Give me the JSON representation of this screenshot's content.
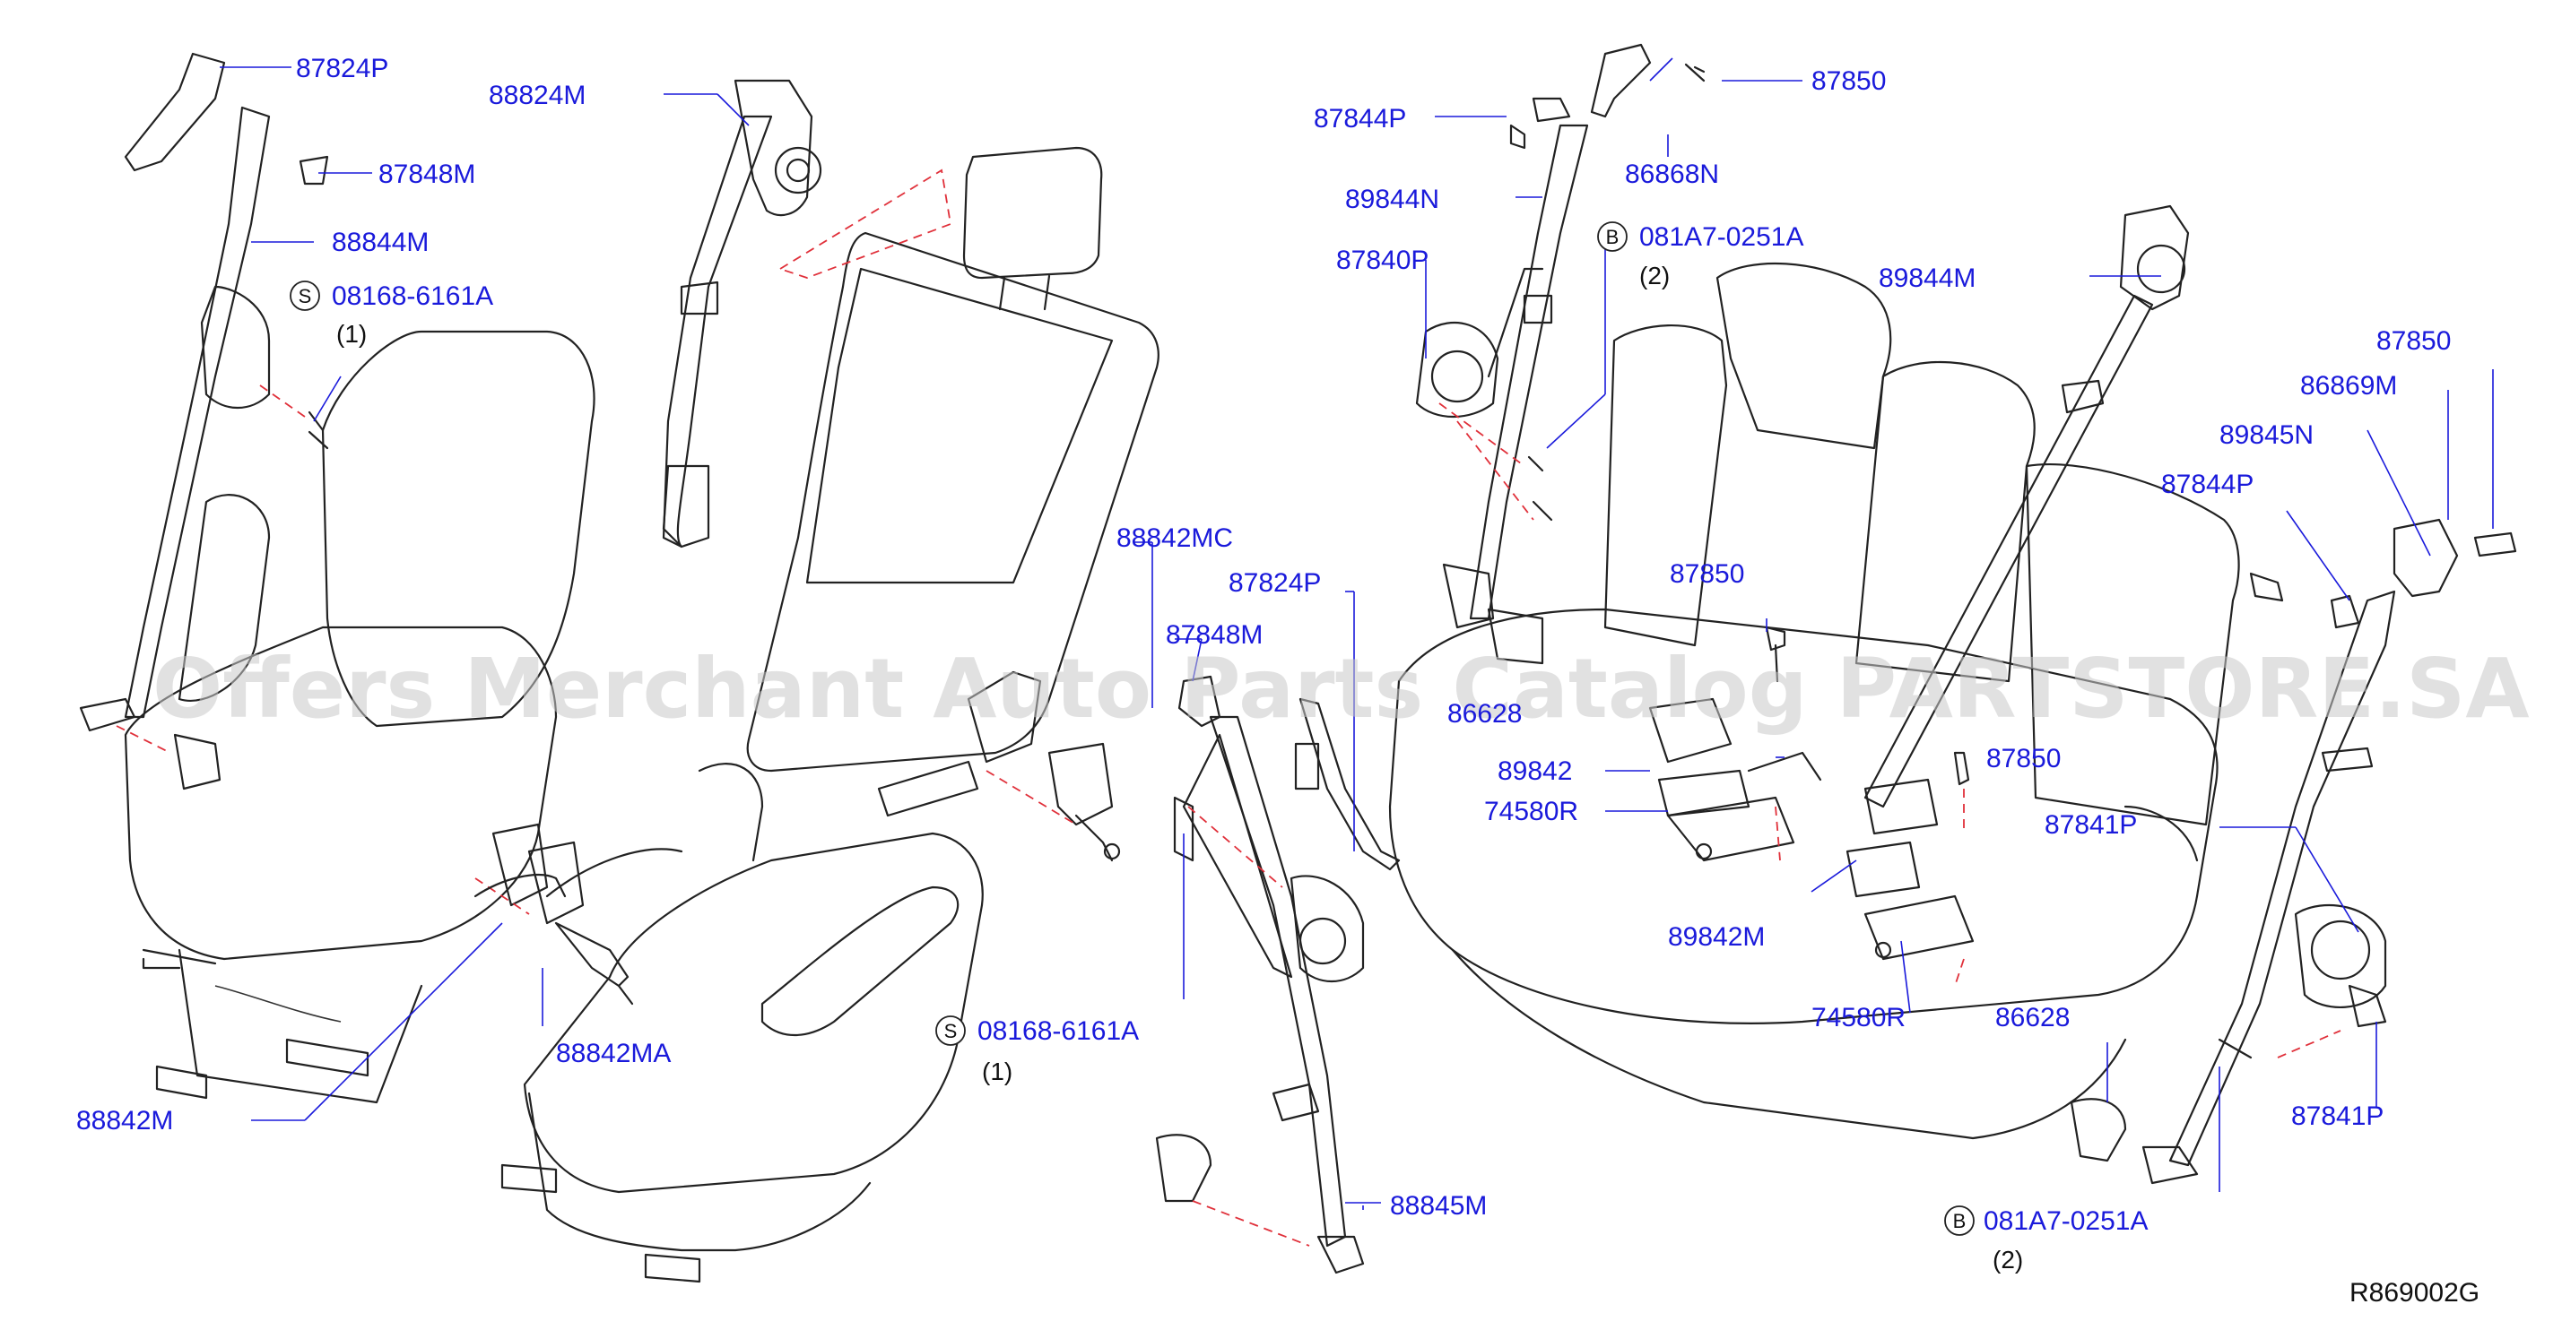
{
  "diagram": {
    "watermark": "Offers Merchant Auto Parts Catalog PARTSTORE.SA",
    "figure_code": "R869002G",
    "labels": [
      {
        "id": "l1",
        "text": "87824P"
      },
      {
        "id": "l2",
        "text": "88824M"
      },
      {
        "id": "l3",
        "text": "87848M"
      },
      {
        "id": "l4",
        "text": "88844M"
      },
      {
        "id": "l5",
        "text": "08168-6161A"
      },
      {
        "id": "l6",
        "text": "88842MC"
      },
      {
        "id": "l7",
        "text": "87824P"
      },
      {
        "id": "l8",
        "text": "87848M"
      },
      {
        "id": "l9",
        "text": "88842MA"
      },
      {
        "id": "l10",
        "text": "88842M"
      },
      {
        "id": "l11",
        "text": "08168-6161A"
      },
      {
        "id": "l12",
        "text": "88845M"
      },
      {
        "id": "l13",
        "text": "87844P"
      },
      {
        "id": "l14",
        "text": "87850"
      },
      {
        "id": "l15",
        "text": "86868N"
      },
      {
        "id": "l16",
        "text": "89844N"
      },
      {
        "id": "l17",
        "text": "081A7-0251A"
      },
      {
        "id": "l18",
        "text": "87840P"
      },
      {
        "id": "l19",
        "text": "89844M"
      },
      {
        "id": "l20",
        "text": "87850"
      },
      {
        "id": "l21",
        "text": "86869M"
      },
      {
        "id": "l22",
        "text": "89845N"
      },
      {
        "id": "l23",
        "text": "87844P"
      },
      {
        "id": "l24",
        "text": "87850"
      },
      {
        "id": "l25",
        "text": "89842"
      },
      {
        "id": "l26",
        "text": "74580R"
      },
      {
        "id": "l27",
        "text": "87850"
      },
      {
        "id": "l28",
        "text": "87841P"
      },
      {
        "id": "l29",
        "text": "89842M"
      },
      {
        "id": "l30",
        "text": "74580R"
      },
      {
        "id": "l31",
        "text": "86628"
      },
      {
        "id": "l32",
        "text": "87841P"
      },
      {
        "id": "l33",
        "text": "081A7-0251A"
      },
      {
        "id": "l34",
        "text": "86628"
      }
    ],
    "quantities": [
      {
        "id": "q1",
        "text": "(1)"
      },
      {
        "id": "q2",
        "text": "(1)"
      },
      {
        "id": "q3",
        "text": "(2)"
      },
      {
        "id": "q4",
        "text": "(2)"
      }
    ],
    "markers": [
      {
        "id": "m1",
        "text": "S"
      },
      {
        "id": "m2",
        "text": "S"
      },
      {
        "id": "m3",
        "text": "B"
      },
      {
        "id": "m4",
        "text": "B"
      }
    ]
  }
}
